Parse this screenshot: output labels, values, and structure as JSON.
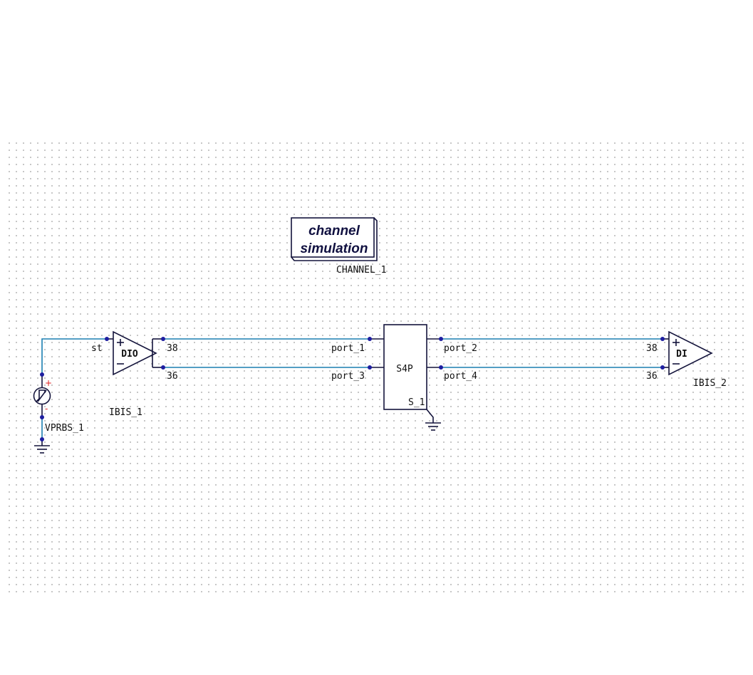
{
  "simulation_block": {
    "line1": "channel",
    "line2": "simulation",
    "instance": "CHANNEL_1"
  },
  "source": {
    "instance": "VPRBS_1",
    "plus_marker": "+",
    "minus_marker": "-"
  },
  "driver": {
    "instance": "IBIS_1",
    "symbol_label": "DIO",
    "input_pin": "st",
    "pin_pos": "38",
    "pin_neg": "36"
  },
  "sparam": {
    "symbol_label": "S4P",
    "instance": "S_1",
    "ports": [
      "port_1",
      "port_3",
      "port_2",
      "port_4"
    ]
  },
  "receiver": {
    "instance": "IBIS_2",
    "symbol_label": "DI",
    "pin_pos": "38",
    "pin_neg": "36"
  },
  "colors": {
    "wire": "#1a7fb0",
    "symbol": "#14143c",
    "node": "#1e1ea0",
    "grid": "#b4b4b4"
  }
}
